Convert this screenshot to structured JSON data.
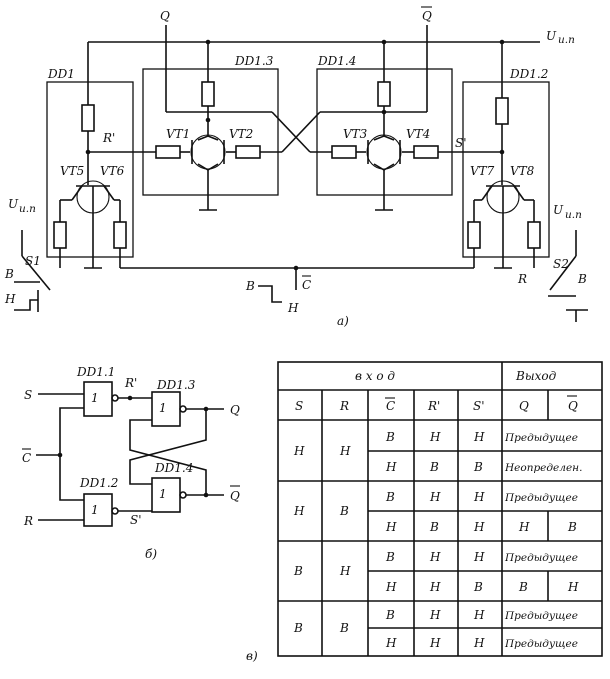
{
  "circuit_a": {
    "labels": {
      "q": "Q",
      "q_bar": "Q",
      "supply": "U",
      "supply_sub": "и.п",
      "dd1": "DD1",
      "dd13": "DD1.3",
      "dd14": "DD1.4",
      "dd12": "DD1.2",
      "vt1": "VT1",
      "vt2": "VT2",
      "vt3": "VT3",
      "vt4": "VT4",
      "vt5": "VT5",
      "vt6": "VT6",
      "vt7": "VT7",
      "vt8": "VT8",
      "r_prime": "R'",
      "s_prime": "S'",
      "s1": "S1",
      "s2": "S2",
      "level_b": "В",
      "level_h": "Н",
      "c_bar": "C",
      "r": "R",
      "caption": "а)"
    }
  },
  "circuit_b": {
    "labels": {
      "s": "S",
      "r": "R",
      "c_bar": "C",
      "dd11": "DD1.1",
      "dd13": "DD1.3",
      "dd12": "DD1.2",
      "dd14": "DD1.4",
      "one": "1",
      "r_prime": "R'",
      "s_prime": "S'",
      "q": "Q",
      "q_bar": "Q",
      "caption": "б)"
    }
  },
  "truth_table": {
    "caption": "в)",
    "group_input": "в х о д",
    "group_output": "Выход",
    "columns": [
      "S",
      "R",
      "C",
      "R'",
      "S'",
      "Q",
      "Q"
    ],
    "groups": [
      {
        "s": "Н",
        "r": "Н",
        "rows": [
          {
            "c": "В",
            "rp": "Н",
            "sp": "Н",
            "out": "Предыдущее"
          },
          {
            "c": "Н",
            "rp": "В",
            "sp": "В",
            "out": "Неопределен."
          }
        ]
      },
      {
        "s": "Н",
        "r": "В",
        "rows": [
          {
            "c": "В",
            "rp": "Н",
            "sp": "Н",
            "out": "Предыдущее"
          },
          {
            "c": "Н",
            "rp": "В",
            "sp": "Н",
            "q": "Н",
            "qb": "В"
          }
        ]
      },
      {
        "s": "В",
        "r": "Н",
        "rows": [
          {
            "c": "В",
            "rp": "Н",
            "sp": "Н",
            "out": "Предыдущее"
          },
          {
            "c": "Н",
            "rp": "Н",
            "sp": "В",
            "q": "В",
            "qb": "Н"
          }
        ]
      },
      {
        "s": "В",
        "r": "В",
        "rows": [
          {
            "c": "В",
            "rp": "Н",
            "sp": "Н",
            "out": "Предыдущее"
          },
          {
            "c": "Н",
            "rp": "Н",
            "sp": "Н",
            "out": "Предыдущее"
          }
        ]
      }
    ]
  }
}
